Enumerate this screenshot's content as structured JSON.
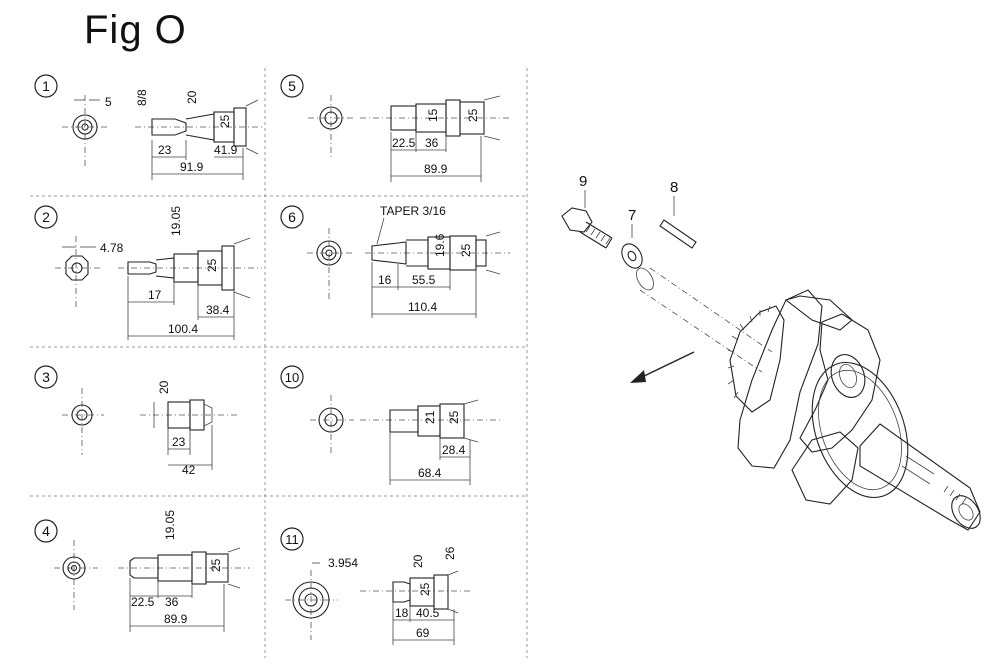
{
  "title": "Fig O",
  "panels": {
    "p1": {
      "id": "1",
      "d_a": "5",
      "d_b": "8/8",
      "d_c": "20",
      "d_d": "23",
      "d_e": "25",
      "d_f": "41.9",
      "d_g": "91.9"
    },
    "p2": {
      "id": "2",
      "d_a": "4.78",
      "d_b": "19.05",
      "d_c": "25",
      "d_d": "17",
      "d_e": "38.4",
      "d_f": "100.4"
    },
    "p3": {
      "id": "3",
      "d_a": "20",
      "d_b": "23",
      "d_c": "42"
    },
    "p4": {
      "id": "4",
      "d_a": "19.05",
      "d_b": "25",
      "d_c": "22.5",
      "d_d": "36",
      "d_e": "89.9"
    },
    "p5": {
      "id": "5",
      "d_a": "15",
      "d_b": "25",
      "d_c": "22.5",
      "d_d": "36",
      "d_e": "89.9"
    },
    "p6": {
      "id": "6",
      "taper": "TAPER 3/16",
      "d_a": "19.6",
      "d_b": "25",
      "d_c": "16",
      "d_d": "55.5",
      "d_e": "110.4"
    },
    "p10": {
      "id": "10",
      "d_a": "21",
      "d_b": "25",
      "d_c": "28.4",
      "d_d": "68.4"
    },
    "p11": {
      "id": "11",
      "d_a": "3.954",
      "d_b": "20",
      "d_c": "26",
      "d_d": "25",
      "d_e": "18",
      "d_f": "40.5",
      "d_g": "69"
    }
  },
  "callouts": {
    "c9": "9",
    "c7": "7",
    "c8": "8"
  }
}
